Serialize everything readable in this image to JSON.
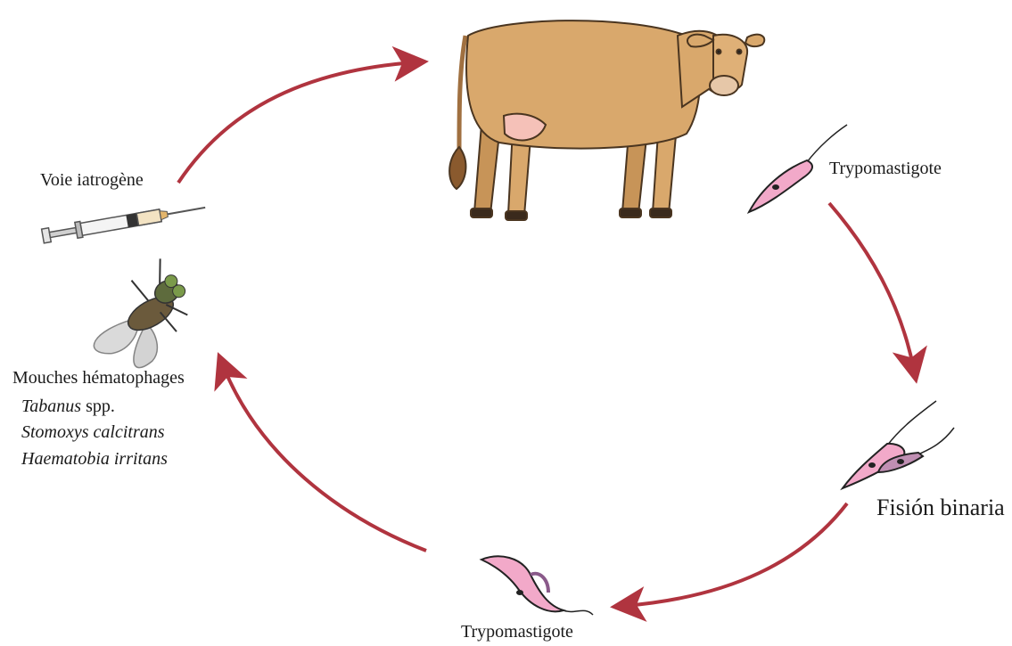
{
  "colors": {
    "arrow": "#b0343f",
    "cow_body": "#d9a86c",
    "parasite_fill": "#f2a9c9",
    "parasite_outline": "#2b2b2b",
    "fly_wing": "#c9c9c9"
  },
  "icons": {
    "cow": "cow-icon",
    "syringe": "syringe-icon",
    "fly": "fly-icon",
    "parasite": "trypomastigote-icon"
  },
  "labels": {
    "iatrogenic": "Voie iatrogène",
    "flies_title": "Mouches hématophages",
    "species_1_genus": "Tabanus",
    "species_1_suffix": " spp.",
    "species_2": "Stomoxys calcitrans",
    "species_3": "Haematobia irritans",
    "trypo_top": "Trypomastigote",
    "binary_fission": "Fisión binaria",
    "trypo_bottom": "Trypomastigote"
  }
}
